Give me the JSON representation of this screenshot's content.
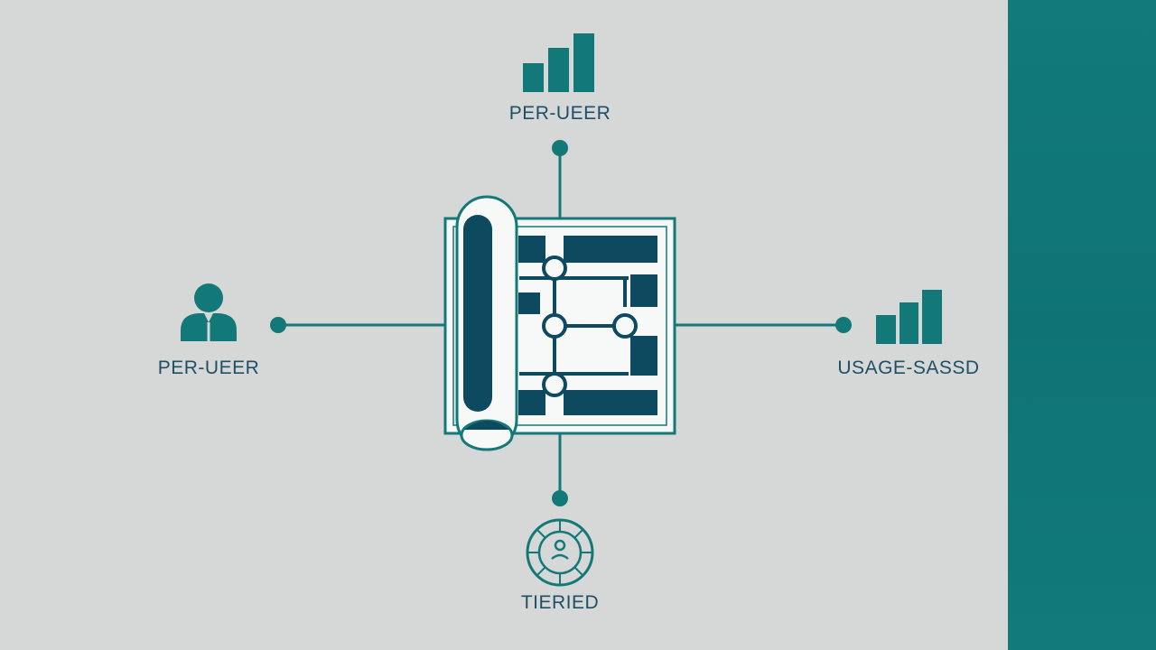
{
  "nodes": {
    "top": {
      "label": "PER-UEER",
      "icon": "bar-chart-icon"
    },
    "left": {
      "label": "PER-UEER",
      "icon": "user-icon"
    },
    "right": {
      "label": "USAGE-SASSD",
      "icon": "bar-chart-icon"
    },
    "bottom": {
      "label": "TIERIED",
      "icon": "tiered-dial-icon"
    },
    "center": {
      "icon": "blueprint-scroll-icon"
    }
  },
  "colors": {
    "background": "#d6d8d8",
    "teal": "#137878",
    "navy": "#0d4a60",
    "label": "#1e4f66",
    "panel": "#127a7a"
  }
}
